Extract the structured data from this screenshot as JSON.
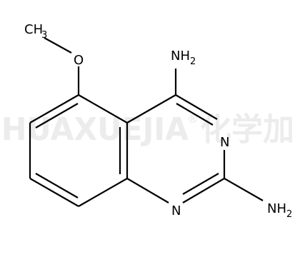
{
  "watermark": {
    "latin": "HUAXUEJIA",
    "mark": "®",
    "cjk": "化学加"
  },
  "atoms": {
    "methyl_c": "CH",
    "methyl_sub": "3",
    "methoxy_o": "O",
    "amine_top_n": "NH",
    "amine_top_sub": "2",
    "ring_n_upper": "N",
    "ring_n_lower": "N",
    "amine_bottom_n": "NH",
    "amine_bottom_sub": "2"
  }
}
